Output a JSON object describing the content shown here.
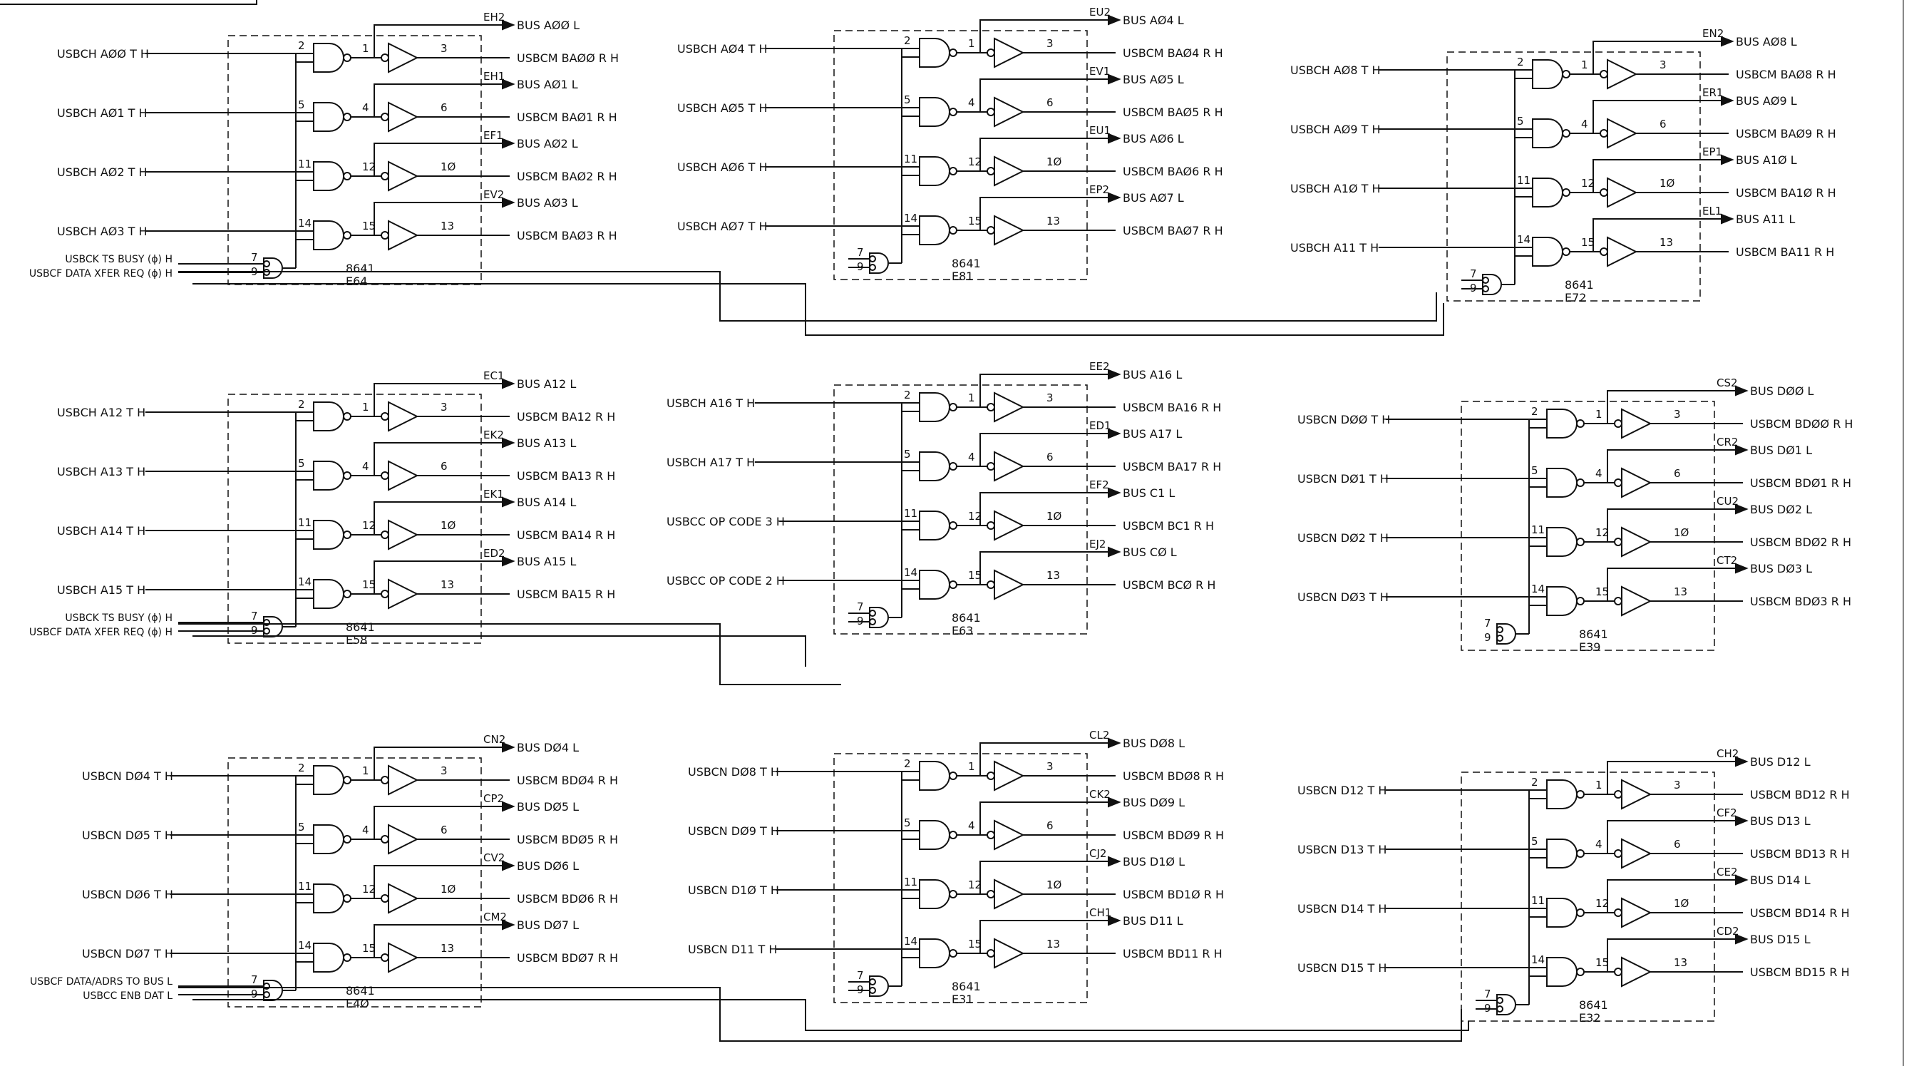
{
  "modules": [
    {
      "chip": [
        "8641",
        "E64"
      ],
      "ctrl": [
        "USBCK TS BUSY (ɸ) H",
        "USBCF DATA XFER REQ (ɸ) H"
      ],
      "ch": [
        {
          "in": "USBCH AØØ T H",
          "net": "EH2",
          "bus": "BUS AØØ L",
          "out": "USBCM BAØØ R H"
        },
        {
          "in": "USBCH AØ1 T H",
          "net": "EH1",
          "bus": "BUS AØ1 L",
          "out": "USBCM BAØ1 R H"
        },
        {
          "in": "USBCH AØ2 T H",
          "net": "EF1",
          "bus": "BUS AØ2 L",
          "out": "USBCM BAØ2 R H"
        },
        {
          "in": "USBCH AØ3 T H",
          "net": "EV2",
          "bus": "BUS AØ3 L",
          "out": "USBCM BAØ3 R H"
        }
      ]
    },
    {
      "chip": [
        "8641",
        "E81"
      ],
      "ch": [
        {
          "in": "USBCH AØ4 T H",
          "net": "EU2",
          "bus": "BUS AØ4 L",
          "out": "USBCM BAØ4 R H"
        },
        {
          "in": "USBCH AØ5 T H",
          "net": "EV1",
          "bus": "BUS AØ5 L",
          "out": "USBCM BAØ5 R H"
        },
        {
          "in": "USBCH AØ6 T H",
          "net": "EU1",
          "bus": "BUS AØ6 L",
          "out": "USBCM BAØ6 R H"
        },
        {
          "in": "USBCH AØ7 T H",
          "net": "EP2",
          "bus": "BUS AØ7 L",
          "out": "USBCM BAØ7 R H"
        }
      ]
    },
    {
      "chip": [
        "8641",
        "E72"
      ],
      "ch": [
        {
          "in": "USBCH AØ8 T H",
          "net": "EN2",
          "bus": "BUS AØ8 L",
          "out": "USBCM BAØ8 R H"
        },
        {
          "in": "USBCH AØ9 T H",
          "net": "ER1",
          "bus": "BUS AØ9 L",
          "out": "USBCM BAØ9 R H"
        },
        {
          "in": "USBCH A1Ø T H",
          "net": "EP1",
          "bus": "BUS A1Ø L",
          "out": "USBCM BA1Ø R H"
        },
        {
          "in": "USBCH A11 T H",
          "net": "EL1",
          "bus": "BUS A11 L",
          "out": "USBCM BA11 R H"
        }
      ]
    },
    {
      "chip": [
        "8641",
        "E58"
      ],
      "ctrl": [
        "USBCK TS BUSY (ɸ) H",
        "USBCF DATA XFER REQ (ɸ) H"
      ],
      "ch": [
        {
          "in": "USBCH A12 T H",
          "net": "EC1",
          "bus": "BUS A12 L",
          "out": "USBCM BA12 R H"
        },
        {
          "in": "USBCH A13 T H",
          "net": "EK2",
          "bus": "BUS A13 L",
          "out": "USBCM BA13 R H"
        },
        {
          "in": "USBCH A14 T H",
          "net": "EK1",
          "bus": "BUS A14 L",
          "out": "USBCM BA14 R H"
        },
        {
          "in": "USBCH A15 T H",
          "net": "ED2",
          "bus": "BUS A15 L",
          "out": "USBCM BA15 R H"
        }
      ]
    },
    {
      "chip": [
        "8641",
        "E63"
      ],
      "ch": [
        {
          "in": "USBCH A16 T H",
          "net": "EE2",
          "bus": "BUS A16 L",
          "out": "USBCM BA16 R H"
        },
        {
          "in": "USBCH A17 T H",
          "net": "ED1",
          "bus": "BUS A17 L",
          "out": "USBCM BA17 R H"
        },
        {
          "in": "USBCC OP CODE 3 H",
          "net": "EF2",
          "bus": "BUS C1 L",
          "out": "USBCM BC1 R H"
        },
        {
          "in": "USBCC OP CODE 2 H",
          "net": "EJ2",
          "bus": "BUS CØ L",
          "out": "USBCM BCØ R H"
        }
      ]
    },
    {
      "chip": [
        "8641",
        "E39"
      ],
      "ctrl": [
        "USBCF DATA/ADRS TO BUS L",
        "USBCC ENB DAT L"
      ],
      "ch": [
        {
          "in": "USBCN DØØ T H",
          "net": "CS2",
          "bus": "BUS DØØ L",
          "out": "USBCM BDØØ R H"
        },
        {
          "in": "USBCN DØ1 T H",
          "net": "CR2",
          "bus": "BUS DØ1 L",
          "out": "USBCM BDØ1 R H"
        },
        {
          "in": "USBCN DØ2 T H",
          "net": "CU2",
          "bus": "BUS DØ2 L",
          "out": "USBCM BDØ2 R H"
        },
        {
          "in": "USBCN DØ3 T H",
          "net": "CT2",
          "bus": "BUS DØ3 L",
          "out": "USBCM BDØ3 R H"
        }
      ]
    },
    {
      "chip": [
        "8641",
        "E4Ø"
      ],
      "ctrl": [
        "USBCF DATA/ADRS TO BUS L",
        "USBCC ENB DAT L"
      ],
      "ch": [
        {
          "in": "USBCN DØ4 T H",
          "net": "CN2",
          "bus": "BUS DØ4 L",
          "out": "USBCM BDØ4 R H"
        },
        {
          "in": "USBCN DØ5 T H",
          "net": "CP2",
          "bus": "BUS DØ5 L",
          "out": "USBCM BDØ5 R H"
        },
        {
          "in": "USBCN DØ6 T H",
          "net": "CV2",
          "bus": "BUS DØ6 L",
          "out": "USBCM BDØ6 R H"
        },
        {
          "in": "USBCN DØ7 T H",
          "net": "CM2",
          "bus": "BUS DØ7 L",
          "out": "USBCM BDØ7 R H"
        }
      ]
    },
    {
      "chip": [
        "8641",
        "E31"
      ],
      "ch": [
        {
          "in": "USBCN DØ8 T H",
          "net": "CL2",
          "bus": "BUS DØ8 L",
          "out": "USBCM BDØ8 R H"
        },
        {
          "in": "USBCN DØ9 T H",
          "net": "CK2",
          "bus": "BUS DØ9 L",
          "out": "USBCM BDØ9 R H"
        },
        {
          "in": "USBCN D1Ø T H",
          "net": "CJ2",
          "bus": "BUS D1Ø L",
          "out": "USBCM BD1Ø R H"
        },
        {
          "in": "USBCN D11 T H",
          "net": "CH1",
          "bus": "BUS D11 L",
          "out": "USBCM BD11 R H"
        }
      ]
    },
    {
      "chip": [
        "8641",
        "E32"
      ],
      "ch": [
        {
          "in": "USBCN D12 T H",
          "net": "CH2",
          "bus": "BUS D12 L",
          "out": "USBCM BD12 R H"
        },
        {
          "in": "USBCN D13 T H",
          "net": "CF2",
          "bus": "BUS D13 L",
          "out": "USBCM BD13 R H"
        },
        {
          "in": "USBCN D14 T H",
          "net": "CE2",
          "bus": "BUS D14 L",
          "out": "USBCM BD14 R H"
        },
        {
          "in": "USBCN D15 T H",
          "net": "CD2",
          "bus": "BUS D15 L",
          "out": "USBCM BD15 R H"
        }
      ]
    }
  ],
  "pins": {
    "nand_in": [
      "2",
      "5",
      "11",
      "14"
    ],
    "inv_in": [
      "1",
      "4",
      "12",
      "15"
    ],
    "inv_out": [
      "3",
      "6",
      "1Ø",
      "13"
    ],
    "ctrl": [
      "7",
      "9"
    ]
  }
}
